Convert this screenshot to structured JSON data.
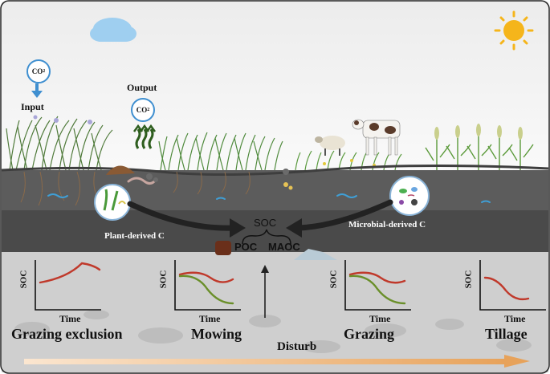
{
  "carbon_flux": {
    "input_label": "Input",
    "output_label": "Output",
    "co2_main": "CO",
    "co2_sub": "2"
  },
  "pools": {
    "soc": "SOC",
    "poc": "POC",
    "maoc": "MAOC",
    "plant_derived": "Plant-derived C",
    "microbial_derived": "Microbial-derived C"
  },
  "panels": [
    {
      "y_label": "SOC",
      "x_label": "Time",
      "title": "Grazing exclusion"
    },
    {
      "y_label": "SOC",
      "x_label": "Time",
      "title": "Mowing"
    },
    {
      "y_label": "SOC",
      "x_label": "Time",
      "title": "Grazing"
    },
    {
      "y_label": "SOC",
      "x_label": "Time",
      "title": "Tillage"
    }
  ],
  "disturb_label": "Disturb",
  "colors": {
    "sky": "#f4f4f4",
    "topsoil": "#5c5c5c",
    "midsoil": "#4a4a4a",
    "subsoil": "#cfcfcf",
    "red_curve": "#c0392b",
    "green_curve": "#6a8f2a",
    "co2_ring": "#3f8fd0",
    "disturb_arrow": "#e7a25a",
    "sun": "#f5b51b",
    "cloud": "#9fcff0"
  }
}
